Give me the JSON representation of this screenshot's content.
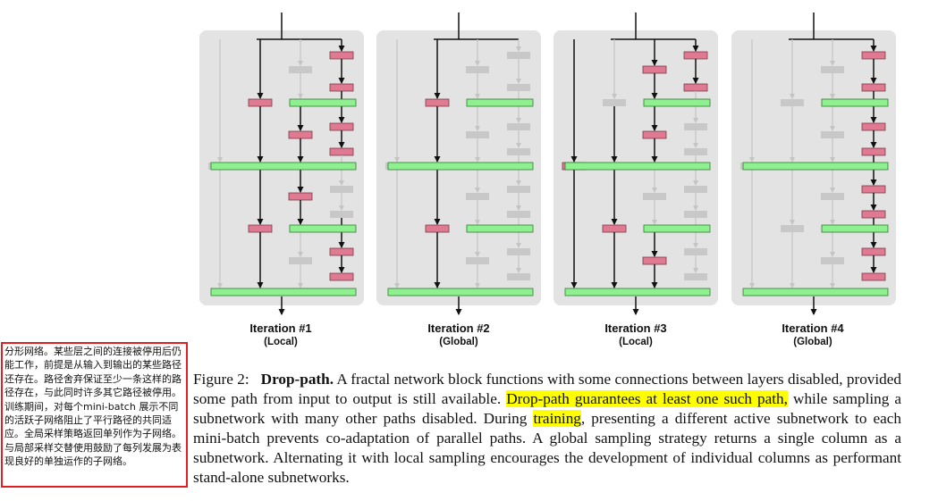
{
  "figure": {
    "iterations": [
      {
        "title": "Iteration #1",
        "mode": "(Local)"
      },
      {
        "title": "Iteration #2",
        "mode": "(Global)"
      },
      {
        "title": "Iteration #3",
        "mode": "(Local)"
      },
      {
        "title": "Iteration #4",
        "mode": "(Global)"
      }
    ],
    "colors": {
      "panel": "#e3e3e3",
      "join_active": "#8ef08e",
      "join_inactive": "#cfcfcf",
      "conv_active": "#e07a92",
      "conv_inactive": "#c8c8c8",
      "edge_active": "#111111",
      "edge_inactive": "#c4c4c4"
    }
  },
  "note": {
    "text": "分形网络。某些层之间的连接被停用后仍能工作，前提是从输入到输出的某些路径还存在。路径舍弃保证至少一条这样的路径存在，与此同时许多其它路径被停用。训练期间，对每个mini-batch 展示不同的活跃子网络阻止了平行路径的共同适应。全局采样策略返回单列作为子网络。与局部采样交替使用鼓励了每列发展为表现良好的单独运作的子网络。"
  },
  "caption": {
    "fig_num": "Figure 2:",
    "fig_title": "Drop-path.",
    "text_1": "A fractal network block functions with some connections between layers disabled, provided some path from input to output is still available.",
    "highlight_1": "Drop-path guarantees at least one such path,",
    "text_2": "while sampling a subnetwork with many other paths disabled. During",
    "highlight_2": "training",
    "text_3": ", presenting a different active subnetwork to each mini-batch prevents co-adaptation of parallel paths. A global sampling strategy returns a single column as a subnetwork. Alternating it with local sampling encourages the development of individual columns as performant stand-alone subnetworks."
  }
}
